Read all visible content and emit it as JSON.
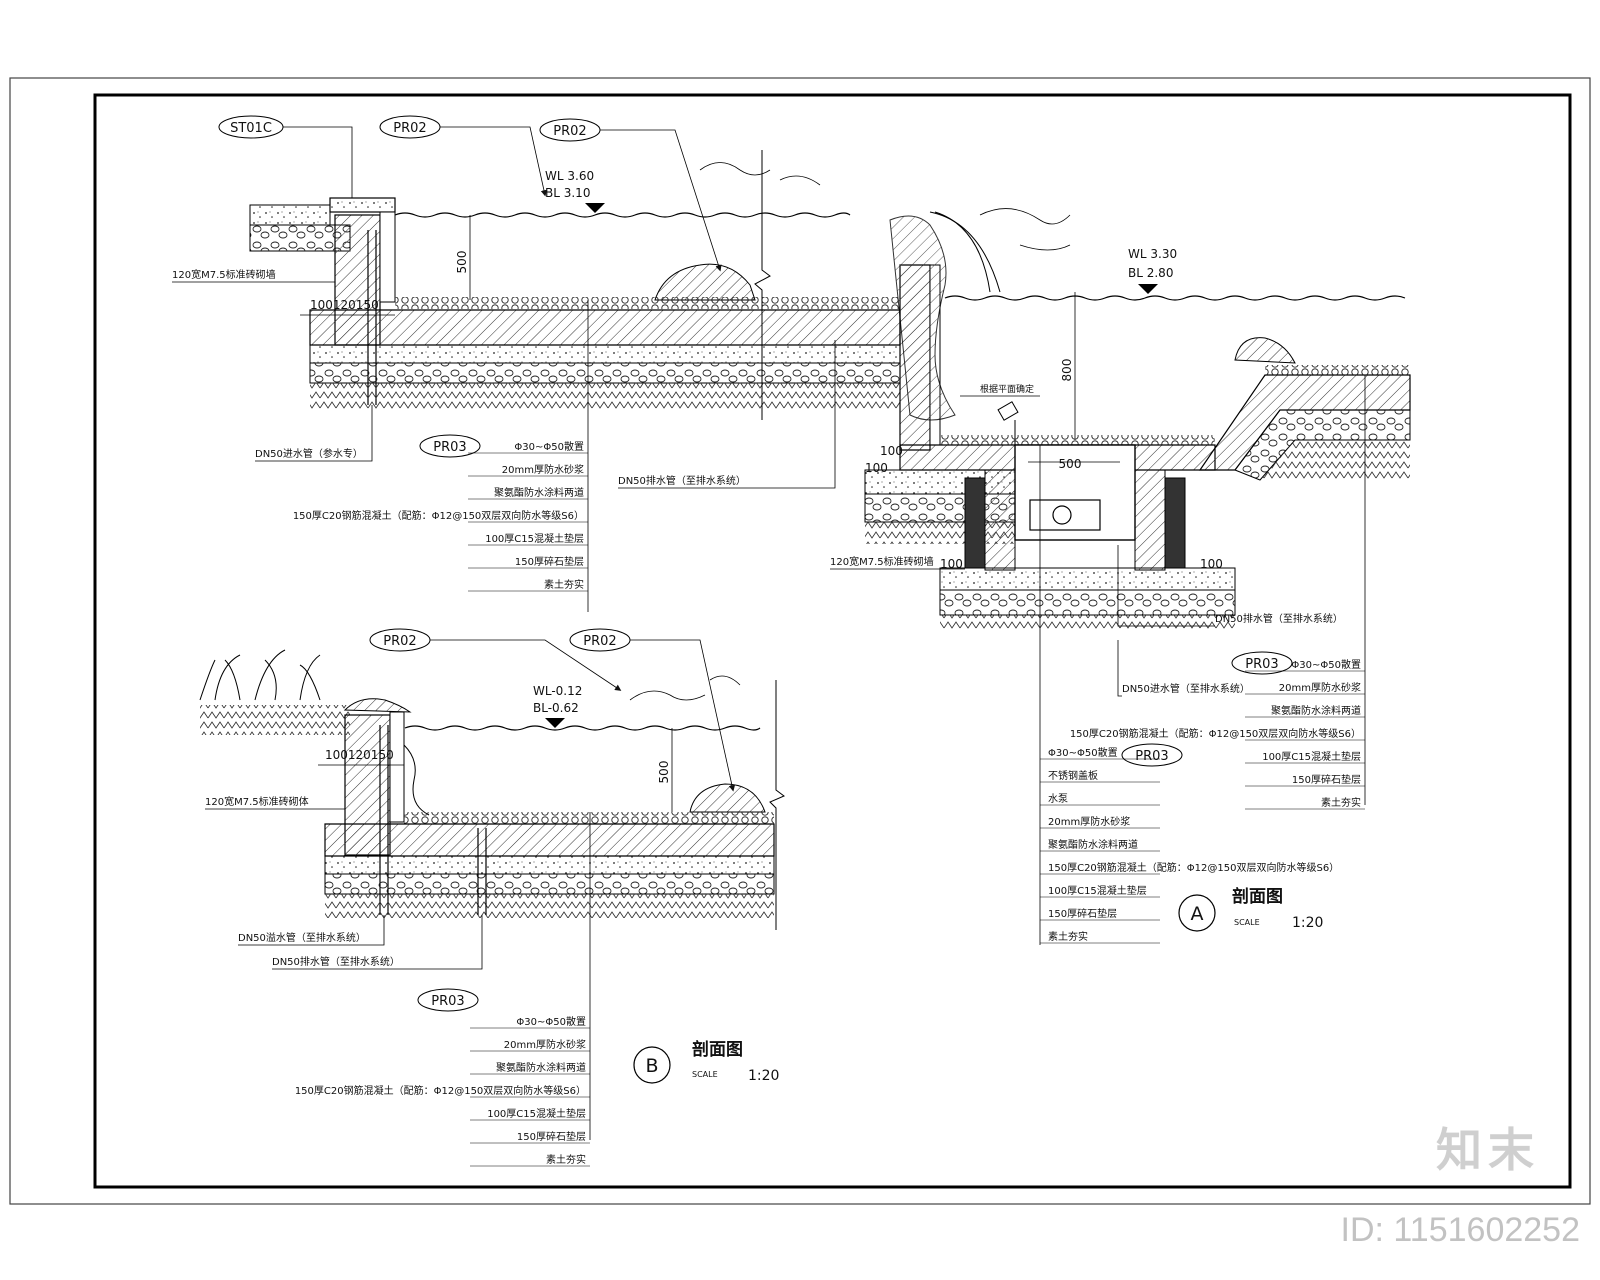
{
  "frame": {
    "drawing_code": ""
  },
  "sectionA": {
    "tag_st01c": "ST01C",
    "tag_pr02_left": "PR02",
    "tag_pr02_right": "PR02",
    "tag_pr03_left": "PR03",
    "tag_pr03_right": "PR03",
    "tag_pr03_mid": "PR03",
    "wl_upper": "WL 3.60",
    "bl_upper": "BL 3.10",
    "wl_lower": "WL 3.30",
    "bl_lower": "BL 2.80",
    "dim_500_upper": "500",
    "dim_800": "800",
    "dim_500_box": "500",
    "dim_100_a": "100",
    "dim_100_b": "100",
    "dim_100_c": "100",
    "dim_100_d": "100",
    "dim_stack": "100120150",
    "note_wall": "120宽M7.5标准砖砌墙",
    "note_pipe_left": "DN50进水管（参水专）",
    "note_pipe_mid": "DN50排水管（至排水系统）",
    "note_wall_lower": "120宽M7.5标准砖砌墙",
    "note_pipe_lower": "DN50排水管（至排水系统）",
    "note_pipe_lower2": "DN50进水管（至排水系统）",
    "note_lamp": "根据平面确定",
    "layers_left": [
      "Φ30~Φ50散置",
      "20mm厚防水砂浆",
      "聚氨酯防水涂料两道",
      "150厚C20钢筋混凝土（配筋：Φ12@150双层双向防水等级S6）",
      "100厚C15混凝土垫层",
      "150厚碎石垫层",
      "素土夯实"
    ],
    "layers_right": [
      "Φ30~Φ50散置",
      "20mm厚防水砂浆",
      "聚氨酯防水涂料两道",
      "150厚C20钢筋混凝土（配筋：Φ12@150双层双向防水等级S6）",
      "100厚C15混凝土垫层",
      "150厚碎石垫层",
      "素土夯实"
    ],
    "layers_mid": [
      "Φ30~Φ50散置",
      "不锈钢盖板",
      "水泵",
      "20mm厚防水砂浆",
      "聚氨酯防水涂料两道",
      "150厚C20钢筋混凝土（配筋：Φ12@150双层双向防水等级S6）",
      "100厚C15混凝土垫层",
      "150厚碎石垫层",
      "素土夯实"
    ],
    "title_letter": "A",
    "title": "剖面图",
    "scale_label": "SCALE",
    "scale_value": "1:20"
  },
  "sectionB": {
    "tag_pr02_left": "PR02",
    "tag_pr02_right": "PR02",
    "tag_pr03": "PR03",
    "wl": "WL-0.12",
    "bl": "BL-0.62",
    "dim_500": "500",
    "dim_stack": "100120150",
    "note_wall": "120宽M7.5标准砖砌体",
    "note_pipe1": "DN50溢水管（至排水系统）",
    "note_pipe2": "DN50排水管（至排水系统）",
    "layers": [
      "Φ30~Φ50散置",
      "20mm厚防水砂浆",
      "聚氨酯防水涂料两道",
      "150厚C20钢筋混凝土（配筋：Φ12@150双层双向防水等级S6）",
      "100厚C15混凝土垫层",
      "150厚碎石垫层",
      "素土夯实"
    ],
    "title_letter": "B",
    "title": "剖面图",
    "scale_label": "SCALE",
    "scale_value": "1:20"
  },
  "watermark": {
    "brand": "知末",
    "id": "ID: 1151602252"
  }
}
